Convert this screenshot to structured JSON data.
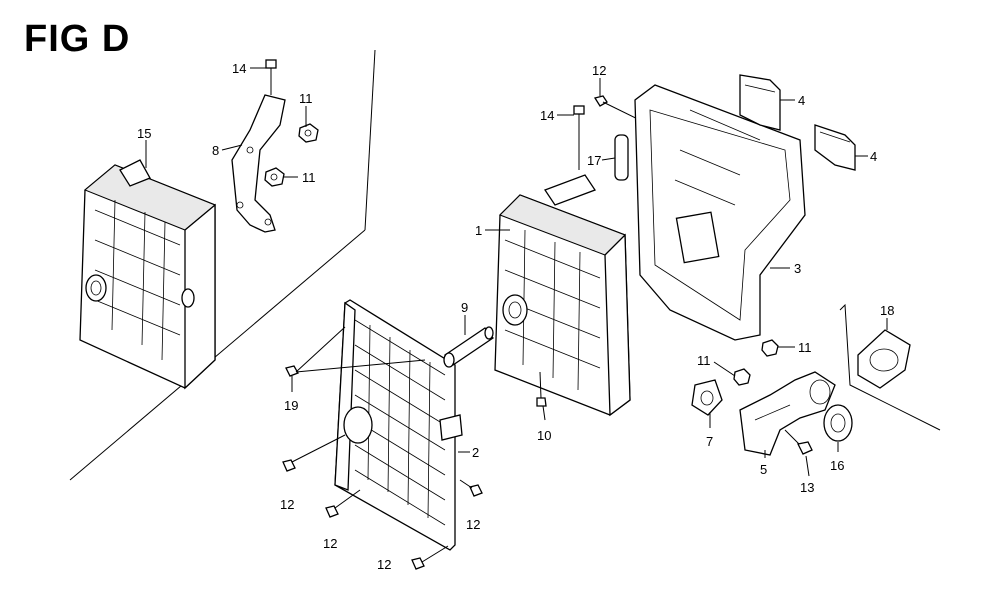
{
  "figure": {
    "title": "FIG D"
  },
  "callouts": {
    "c14a": "14",
    "c11a": "11",
    "c8": "8",
    "c11b": "11",
    "c15": "15",
    "c12a": "12",
    "c14b": "14",
    "c17": "17",
    "c4a": "4",
    "c4b": "4",
    "c1": "1",
    "c3": "3",
    "c9": "9",
    "c18": "18",
    "c11c": "11",
    "c11d": "11",
    "c19": "19",
    "c2": "2",
    "c10": "10",
    "c7": "7",
    "c16": "16",
    "c5": "5",
    "c13": "13",
    "c12b": "12",
    "c12c": "12",
    "c12d": "12",
    "c12e": "12"
  }
}
